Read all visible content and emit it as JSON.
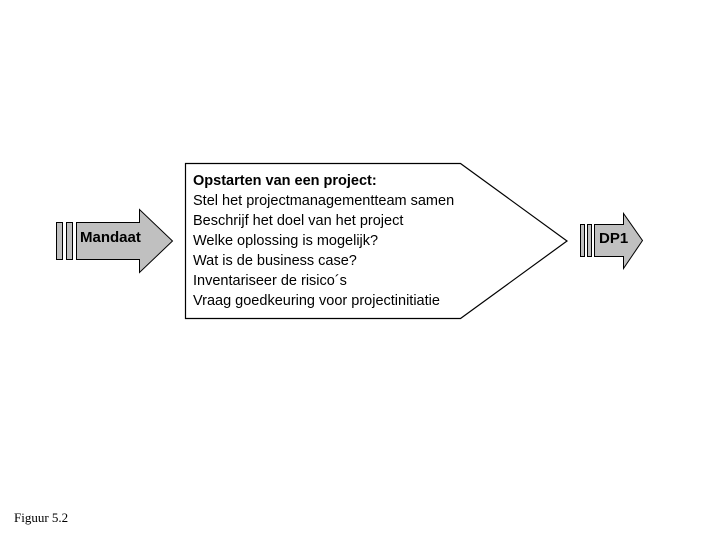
{
  "figure": {
    "caption": "Figuur 5.2",
    "background_color": "#ffffff",
    "shape_fill_color": "#c0c0c0",
    "shape_stroke_color": "#000000",
    "text_color": "#000000"
  },
  "input_arrow": {
    "icon": "striped-tail-right-arrow-icon",
    "label": "Mandaat"
  },
  "output_arrow": {
    "icon": "striped-tail-right-arrow-icon",
    "label": "DP1"
  },
  "process": {
    "shape": "right-pointing-pentagon",
    "heading": "Opstarten van een project:",
    "lines": [
      "Stel het projectmanagementteam samen",
      "Beschrijf het doel van het project",
      "Welke oplossing is mogelijk?",
      "Wat is de business case?",
      "Inventariseer de risico´s",
      "Vraag goedkeuring voor projectinitiatie"
    ]
  }
}
